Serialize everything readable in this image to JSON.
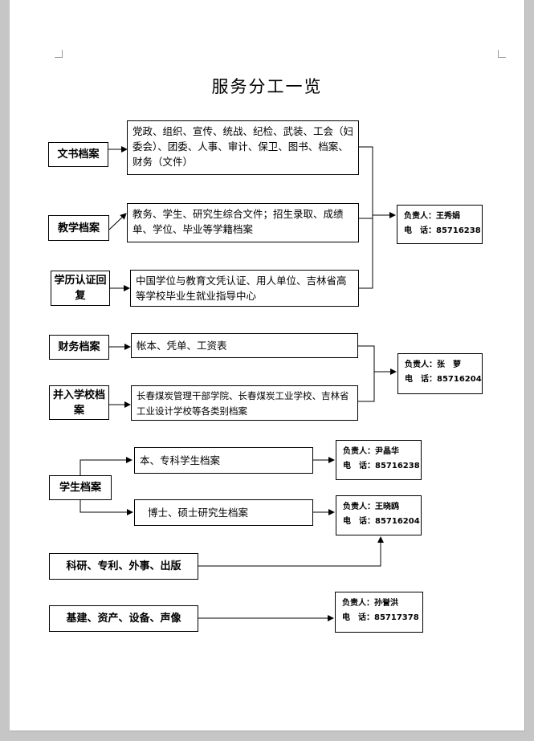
{
  "title": "服务分工一览",
  "groups": [
    {
      "archives": [
        {
          "label": "文书档案",
          "description": "党政、组织、宣传、统战、纪检、武装、工会（妇委会）、团委、人事、审计、保卫、图书、档案、财务（文件）"
        },
        {
          "label": "教学档案",
          "description": "教务、学生、研究生综合文件；招生录取、成绩单、学位、毕业等学籍档案"
        },
        {
          "label": "学历认证回复",
          "description": "中国学位与教育文凭认证、用人单位、吉林省高等学校毕业生就业指导中心"
        }
      ],
      "responsible": {
        "person": "负责人：王秀娟",
        "phone": "电　话：85716238"
      }
    },
    {
      "archives": [
        {
          "label": "财务档案",
          "description": "帐本、凭单、工资表"
        },
        {
          "label": "并入学校档案",
          "description": "长春煤炭管理干部学院、长春煤炭工业学校、吉林省工业设计学校等各类别档案"
        }
      ],
      "responsible": {
        "person": "负责人：张　萝",
        "phone": "电　话：85716204"
      }
    },
    {
      "archive": {
        "label": "学生档案"
      },
      "branches": [
        {
          "description": "本、专科学生档案",
          "responsible": {
            "person": "负责人：尹晶华",
            "phone": "电　话：85716238"
          }
        },
        {
          "description": "博士、硕士研究生档案",
          "responsible": {
            "person": "负责人：王晓鸥",
            "phone": "电　话：85716204"
          }
        }
      ]
    },
    {
      "archive": {
        "label": "科研、专利、外事、出版"
      }
    },
    {
      "archive": {
        "label": "基建、资产、设备、声像"
      },
      "responsible": {
        "person": "负责人：孙誉洪",
        "phone": "电　话：85717378"
      }
    }
  ]
}
